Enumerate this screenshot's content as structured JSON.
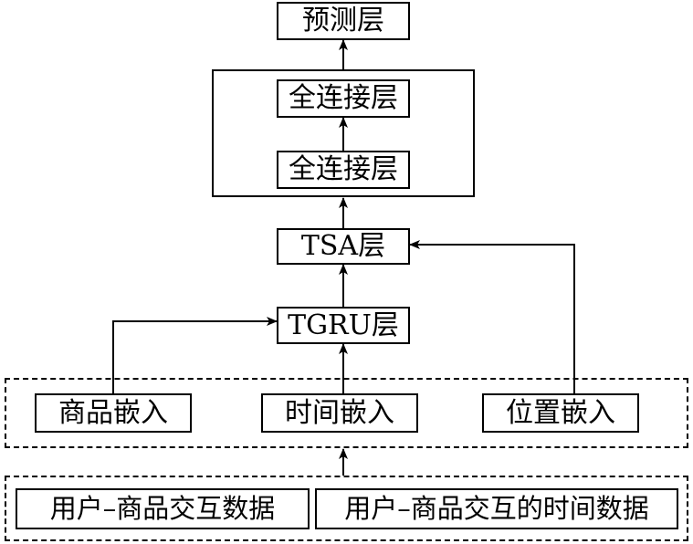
{
  "layers": {
    "prediction": "预测层",
    "fc_top": "全连接层",
    "fc_bottom": "全连接层",
    "tsa": "TSA层",
    "tgru": "TGRU层"
  },
  "embeddings": {
    "item": "商品嵌入",
    "time": "时间嵌入",
    "position": "位置嵌入"
  },
  "inputs": {
    "interaction": "用户–商品交互数据",
    "interaction_time": "用户–商品交互的时间数据"
  }
}
